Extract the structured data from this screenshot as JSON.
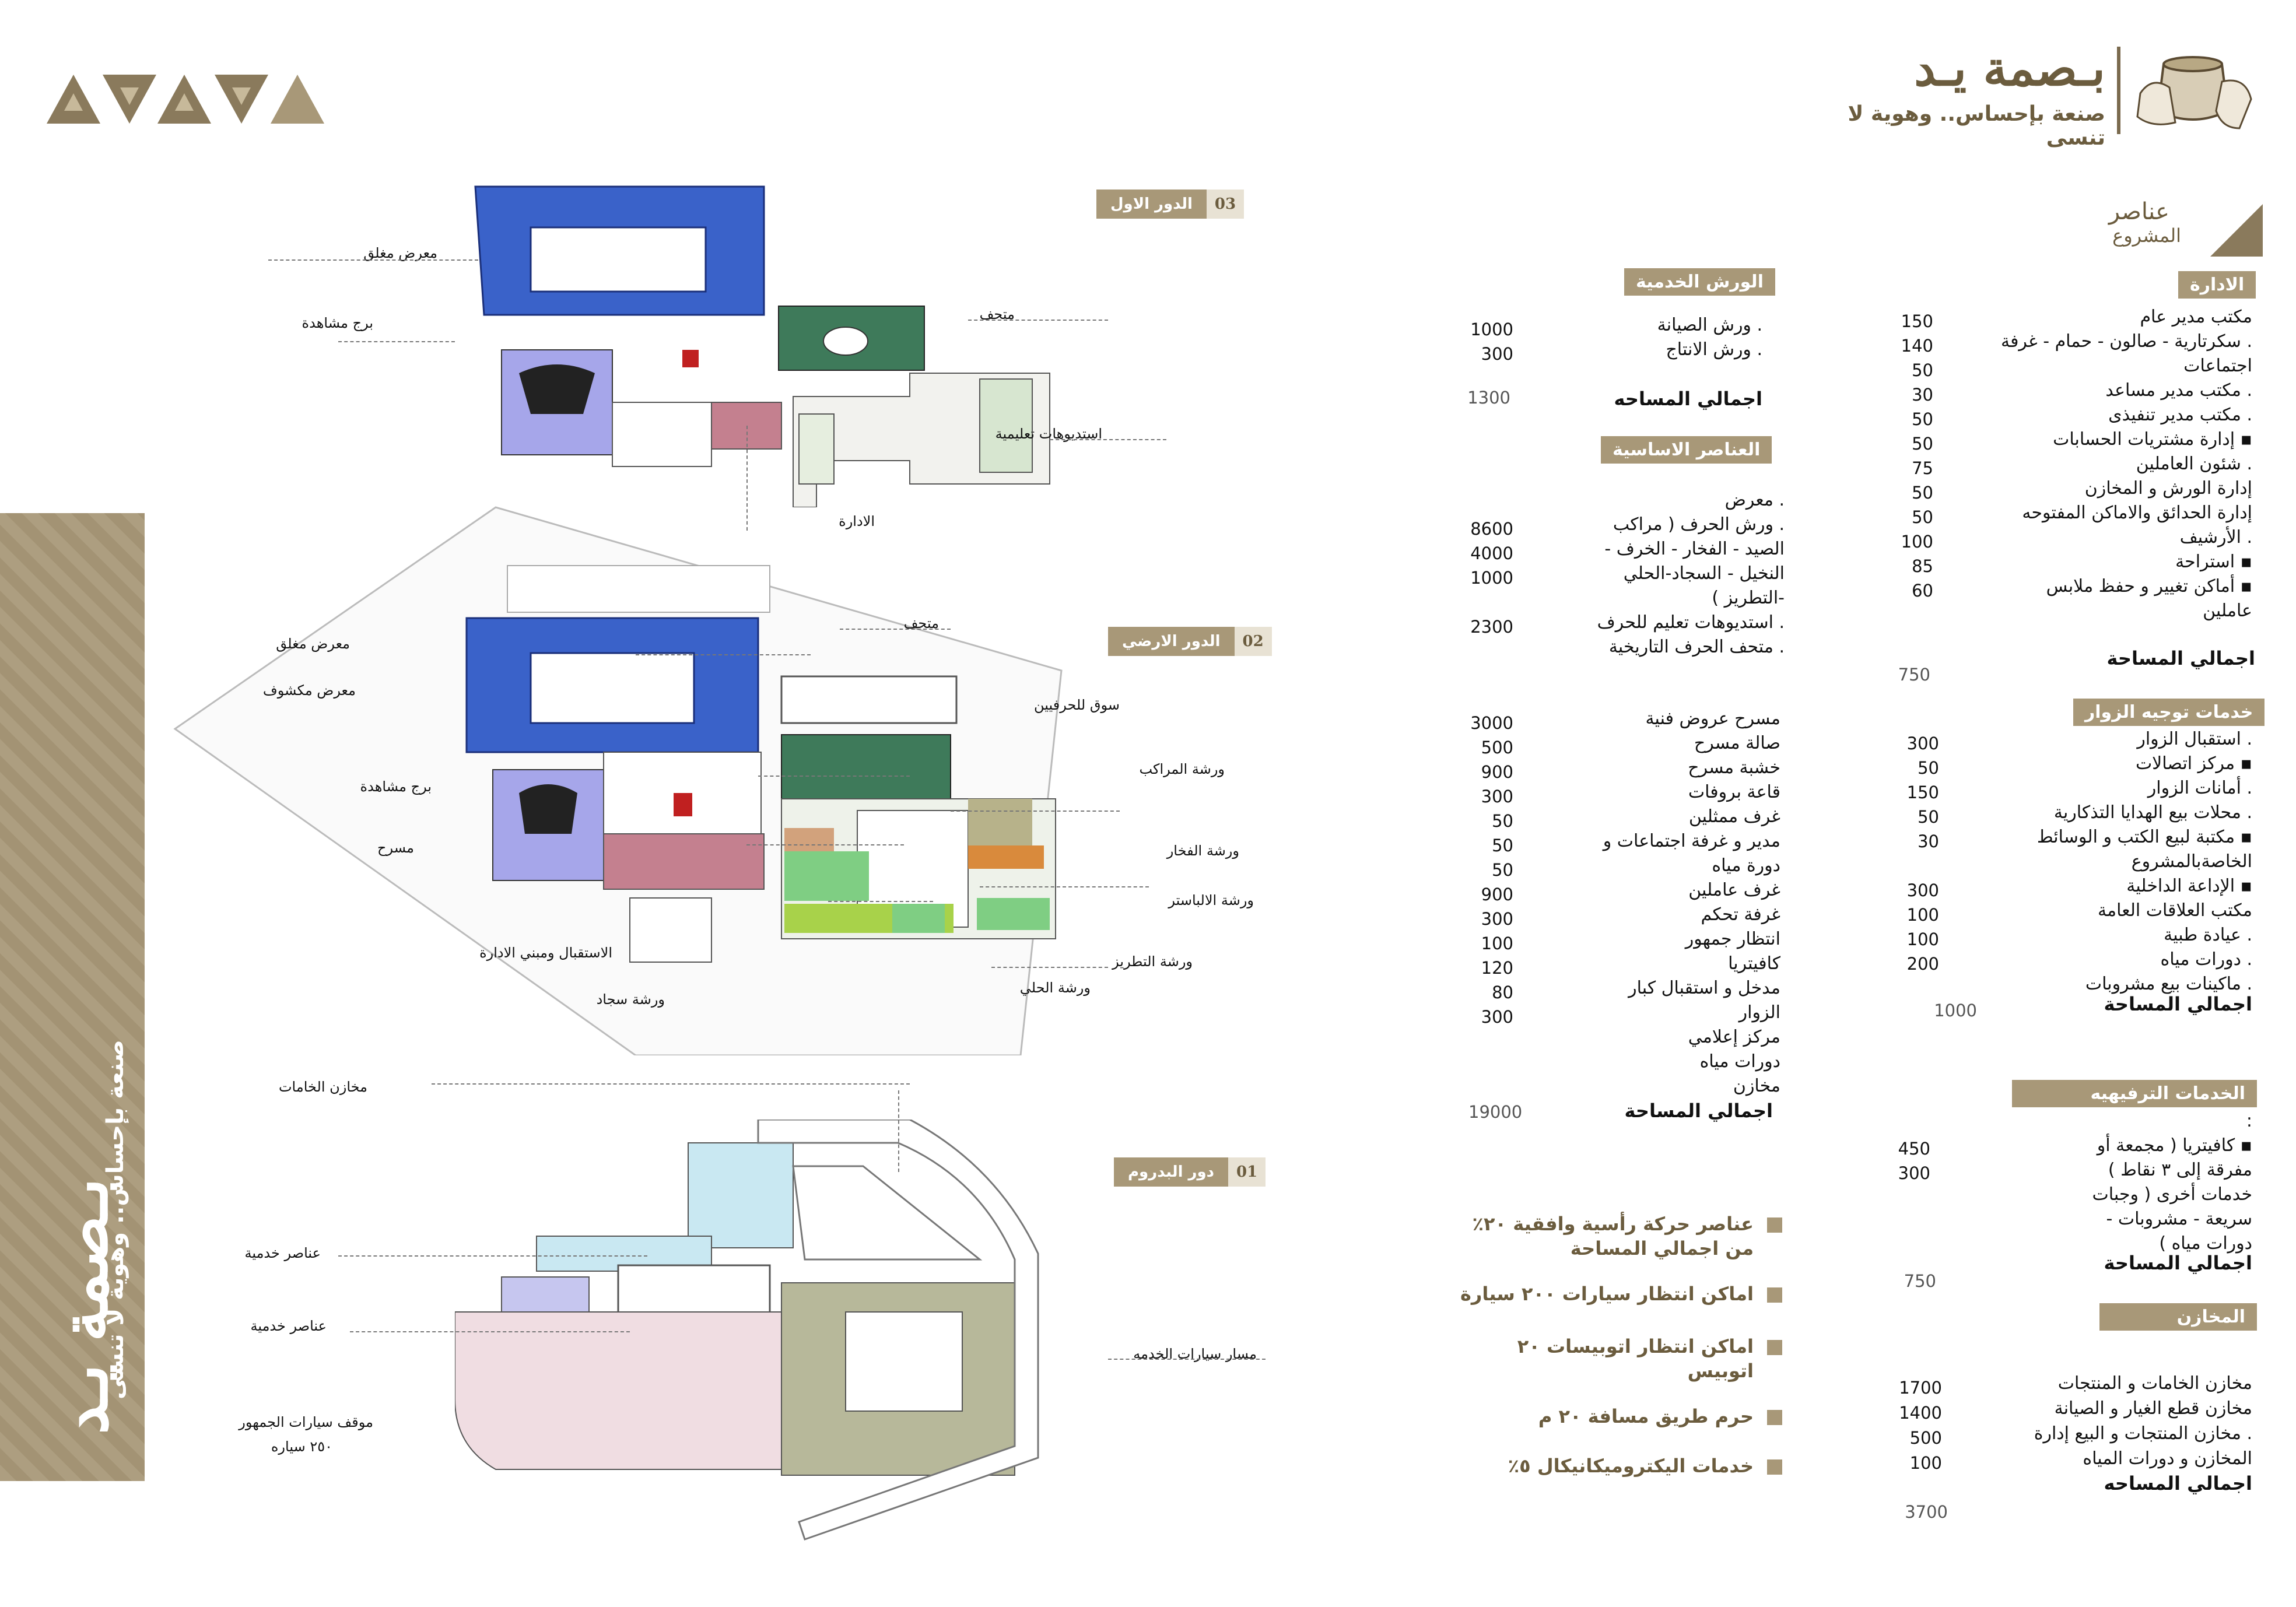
{
  "brand": {
    "logo_text": "بـصمة يـد",
    "tagline": "صنعة بإحساس.. وهوية لا تنسى",
    "side_banner_text": "بـصمة يـد",
    "side_banner_tagline": "صنعة بإحساس.. وهوية لا تنسى"
  },
  "section_title": {
    "line1": "عناصر",
    "line2": "المشروع"
  },
  "colors": {
    "accent": "#a89878",
    "dark_accent": "#6b5c3e",
    "blue": "#3a62c9",
    "purple": "#9c9ce0",
    "green": "#3e7a5a",
    "pink": "#c4808f"
  },
  "admin": {
    "title": "الادارة",
    "items": [
      {
        "label": "مكتب مدير عام",
        "value": "150"
      },
      {
        "label": ". سكرتارية - صالون - حمام - غرفة",
        "value": "140"
      },
      {
        "label": "اجتماعات",
        "value": "50"
      },
      {
        "label": ". مكتب مدير مساعد",
        "value": "30"
      },
      {
        "label": ". مكتب مدير تنفيذى",
        "value": "50"
      },
      {
        "label": "▪ إدارة مشتريات الحسابات",
        "value": "50"
      },
      {
        "label": ". شئون العاملين",
        "value": "75"
      },
      {
        "label": "إدارة الورش و المخازن",
        "value": "50"
      },
      {
        "label": "إدارة الحدائق والاماكن المفتوحه",
        "value": "50"
      },
      {
        "label": ". الأرشيف",
        "value": "100"
      },
      {
        "label": "▪ استراحة",
        "value": "85"
      },
      {
        "label": "▪ أماكن تغيير و حفظ ملابس",
        "value": "60"
      },
      {
        "label": "عاملين",
        "value": ""
      }
    ],
    "total_label": "اجمالي المساحة",
    "total_value": "750"
  },
  "visitors": {
    "title": "خدمات توجيه الزوار",
    "items": [
      {
        "label": ". استقبال الزوار",
        "value": "300"
      },
      {
        "label": "▪ مركز اتصالات",
        "value": "50"
      },
      {
        "label": ". أمانات الزوار",
        "value": "150"
      },
      {
        "label": ". محلات بيع الهدايا التذكارية",
        "value": "50"
      },
      {
        "label": "▪ مكتبة لبيع الكتب و الوسائط",
        "value": "30"
      },
      {
        "label": "الخاصةبالمشروع",
        "value": ""
      },
      {
        "label": "▪ الإداعة الداخلية",
        "value": "300"
      },
      {
        "label": "مكتب العلاقات العامة",
        "value": "100"
      },
      {
        "label": ". عيادة طبية",
        "value": "100"
      },
      {
        "label": ". دورات مياه",
        "value": "200"
      },
      {
        "label": ". ماكينات بيع مشروبات",
        "value": ""
      }
    ],
    "total_label": "اجمالي المساحة",
    "total_value": "1000"
  },
  "leisure": {
    "title": "الخدمات الترفيهيه",
    "lines": [
      ":",
      "▪ كافيتريا ( مجمعة أو",
      "مفرقة إلى ٣ نقاط )",
      "خدمات أخرى ( وجبات",
      "سريعة - مشروبات -",
      "دورات مياه )"
    ],
    "values": [
      "450",
      "300"
    ],
    "total_label": "اجمالي المساحة",
    "total_value": "750"
  },
  "stores": {
    "title": "المخازن",
    "items": [
      {
        "label": "مخازن الخامات و المنتجات",
        "value": "1700"
      },
      {
        "label": "مخازن قطع الغيار و الصيانة",
        "value": "1400"
      },
      {
        "label": ". مخازن المنتجات و البيع إدارة",
        "value": "500"
      },
      {
        "label": "المخازن و دورات المياه",
        "value": "100"
      }
    ],
    "total_label": "اجمالي المساحه",
    "total_value": "3700"
  },
  "service_workshops": {
    "title": "الورش الخدمية",
    "items": [
      {
        "label": ". ورش الصيانة",
        "value": "1000"
      },
      {
        "label": ". ورش الانتاج",
        "value": "300"
      }
    ],
    "total_label": "اجمالي المساحه",
    "total_value": "1300"
  },
  "basic": {
    "title": "العناصر الاساسية",
    "items": [
      {
        "label": ". معرض",
        "value": ""
      },
      {
        "label": ". ورش الحرف ( مراكب",
        "value": "8600"
      },
      {
        "label": "الصيد - الفخار - الخرف -",
        "value": "4000"
      },
      {
        "label": "النخيل - السجاد-الحلي",
        "value": "1000"
      },
      {
        "label": "-التطريز )",
        "value": ""
      },
      {
        "label": ". استديوهات تعليم للحرف",
        "value": "2300"
      },
      {
        "label": ". متحف الحرف التاريخية",
        "value": ""
      }
    ],
    "items2": [
      {
        "label": "مسرح عروض فنية",
        "value": "3000"
      },
      {
        "label": "صالة مسرح",
        "value": "500"
      },
      {
        "label": "خشبة مسرح",
        "value": "900"
      },
      {
        "label": "قاعة بروفات",
        "value": "300"
      },
      {
        "label": "غرف ممثلين",
        "value": "50"
      },
      {
        "label": "مدير و غرفة اجتماعات و",
        "value": "50"
      },
      {
        "label": "دورة مياه",
        "value": "50"
      },
      {
        "label": "غرف عاملين",
        "value": "900"
      },
      {
        "label": "غرفة تحكم",
        "value": "300"
      },
      {
        "label": "انتظار جمهور",
        "value": "100"
      },
      {
        "label": "كافيتريا",
        "value": "120"
      },
      {
        "label": "مدخل و استقبال كبار",
        "value": "80"
      },
      {
        "label": "الزوار",
        "value": "300"
      },
      {
        "label": "مركز إعلامي",
        "value": ""
      },
      {
        "label": "دورات مياه",
        "value": ""
      },
      {
        "label": "مخازن",
        "value": ""
      }
    ],
    "total_label": "اجمالي المساحة",
    "total_value": "19000"
  },
  "circulation": [
    {
      "line1": "عناصر حركة رأسية وافقية ٢٠٪",
      "line2": "من اجمالي المساحة"
    },
    {
      "line1": "اماكن انتظار سيارات ٢٠٠ سيارة",
      "line2": ""
    },
    {
      "line1": "اماكن انتظار اتوبيسات ٢٠",
      "line2": "اتوبيس"
    },
    {
      "line1": "حرم طريق مسافة ٢٠ م",
      "line2": ""
    },
    {
      "line1": "خدمات اليكتروميكانيكال ٥٪",
      "line2": ""
    }
  ],
  "levels": {
    "first": {
      "num": "03",
      "name": "الدور الاول"
    },
    "ground": {
      "num": "02",
      "name": "الدور الارضي"
    },
    "basement": {
      "num": "01",
      "name": "دور البدروم"
    }
  },
  "plan_labels": {
    "first": [
      "معرض مغلق",
      "برج مشاهدة",
      "متحف",
      "استديوهات تعليمية",
      "الادارة"
    ],
    "ground": [
      "معرض مغلق",
      "متحف",
      "معرض مكشوف",
      "سوق للحرفيين",
      "ورشة المراكب",
      "برج مشاهدة",
      "مسرح",
      "ورشة الفخار",
      "ورشة الالباستر",
      "الاستقبال ومبني الادارة",
      "ورشة التطريز",
      "ورشة الحلي",
      "ورشة سجاد"
    ],
    "basement": [
      "مخازن الخامات",
      "عناصر خدمية",
      "عناصر خدمية",
      "مسار سيارات الخدمه",
      "موقف سيارات الجمهور",
      "٢٥٠ سياره"
    ]
  }
}
